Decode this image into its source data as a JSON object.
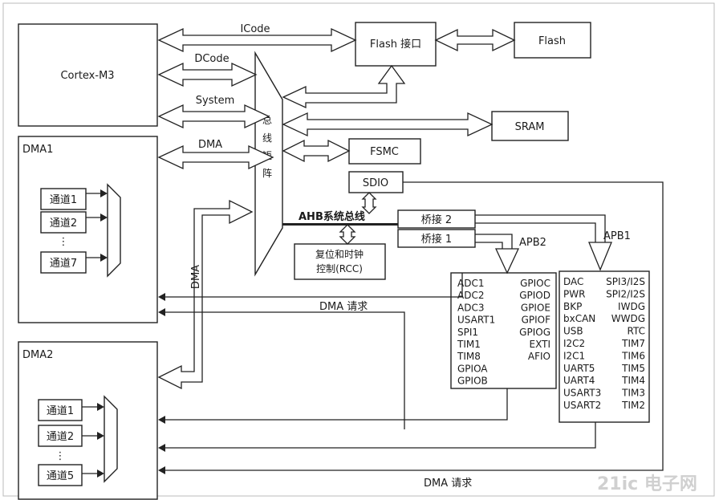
{
  "cpu": "Cortex-M3",
  "buses": {
    "icode": "ICode",
    "dcode": "DCode",
    "system": "System",
    "dma": "DMA"
  },
  "flash_if": "Flash 接口",
  "flash": "Flash",
  "sram": "SRAM",
  "fsmc": "FSMC",
  "sdio": "SDIO",
  "bus_matrix": [
    "总",
    "线",
    "矩",
    "阵"
  ],
  "ahb": "AHB系统总线",
  "bridge2": "桥接 2",
  "bridge1": "桥接 1",
  "apb2_label": "APB2",
  "apb1_label": "APB1",
  "rcc_line1": "复位和时钟",
  "rcc_line2": "控制(RCC)",
  "dma1": {
    "title": "DMA1",
    "channels": [
      "通道1",
      "通道2",
      "通道7"
    ],
    "dots": "⋮"
  },
  "dma2": {
    "title": "DMA2",
    "channels": [
      "通道1",
      "通道2",
      "通道5"
    ],
    "dots": "⋮"
  },
  "dma_vertical": "DMA",
  "dma_request_1": "DMA 请求",
  "dma_request_2": "DMA 请求",
  "apb2_left": [
    "ADC1",
    "ADC2",
    "ADC3",
    "USART1",
    "SPI1",
    "TIM1",
    "TIM8",
    "GPIOA",
    "GPIOB"
  ],
  "apb2_right": [
    "GPIOC",
    "GPIOD",
    "GPIOE",
    "GPIOF",
    "GPIOG",
    "EXTI",
    "AFIO"
  ],
  "apb1_left": [
    "DAC",
    "PWR",
    "BKP",
    "bxCAN",
    "USB",
    "I2C2",
    "I2C1",
    "UART5",
    "UART4",
    "USART3",
    "USART2"
  ],
  "apb1_right": [
    "SPI3/I2S",
    "SPI2/I2S",
    "IWDG",
    "WWDG",
    "RTC",
    "TIM7",
    "TIM6",
    "TIM5",
    "TIM4",
    "TIM3",
    "TIM2"
  ],
  "watermark": "21ic 电子网"
}
